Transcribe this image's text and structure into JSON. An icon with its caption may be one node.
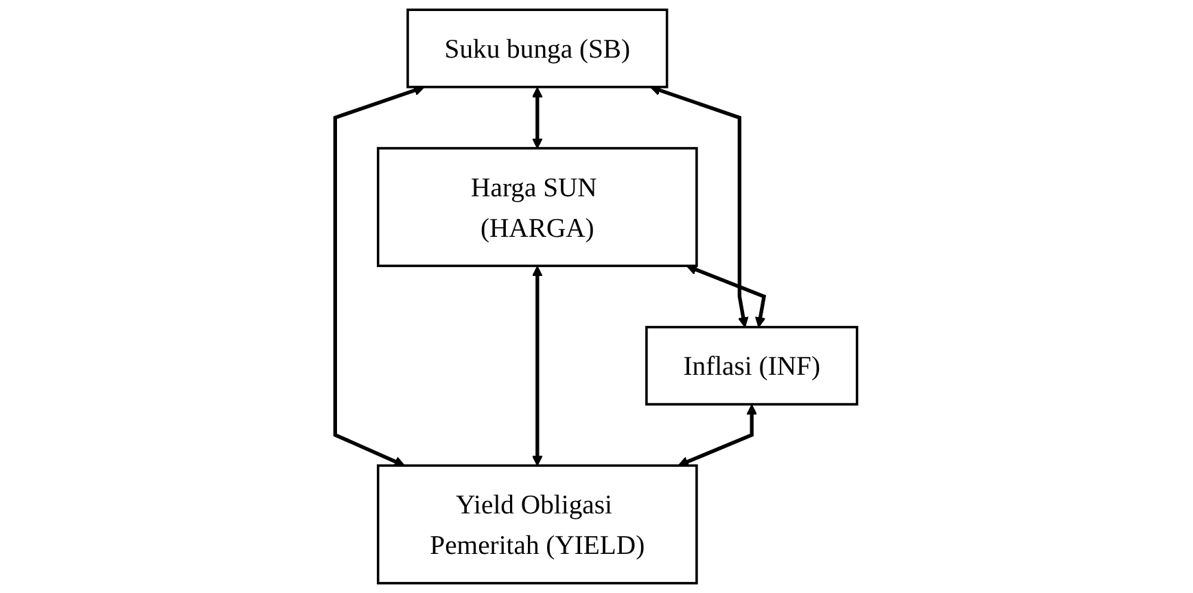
{
  "diagram": {
    "nodes": [
      {
        "text": [
          "Suku bunga (SB)"
        ]
      },
      {
        "text": [
          "Harga SUN (HARGA)"
        ]
      },
      {
        "text": [
          "Inflasi (INF)"
        ]
      },
      {
        "text": [
          "Yield Obligasi Pemeritah (YIELD)"
        ]
      }
    ],
    "edges": [
      {
        "from": 0,
        "to": 1,
        "arrow": "both"
      },
      {
        "from": 0,
        "to": 2,
        "arrow": "both"
      },
      {
        "from": 0,
        "to": 3,
        "arrow": "both"
      },
      {
        "from": 1,
        "to": 2,
        "arrow": "both"
      },
      {
        "from": 1,
        "to": 3,
        "arrow": "both"
      },
      {
        "from": 2,
        "to": 3,
        "arrow": "both"
      }
    ]
  }
}
